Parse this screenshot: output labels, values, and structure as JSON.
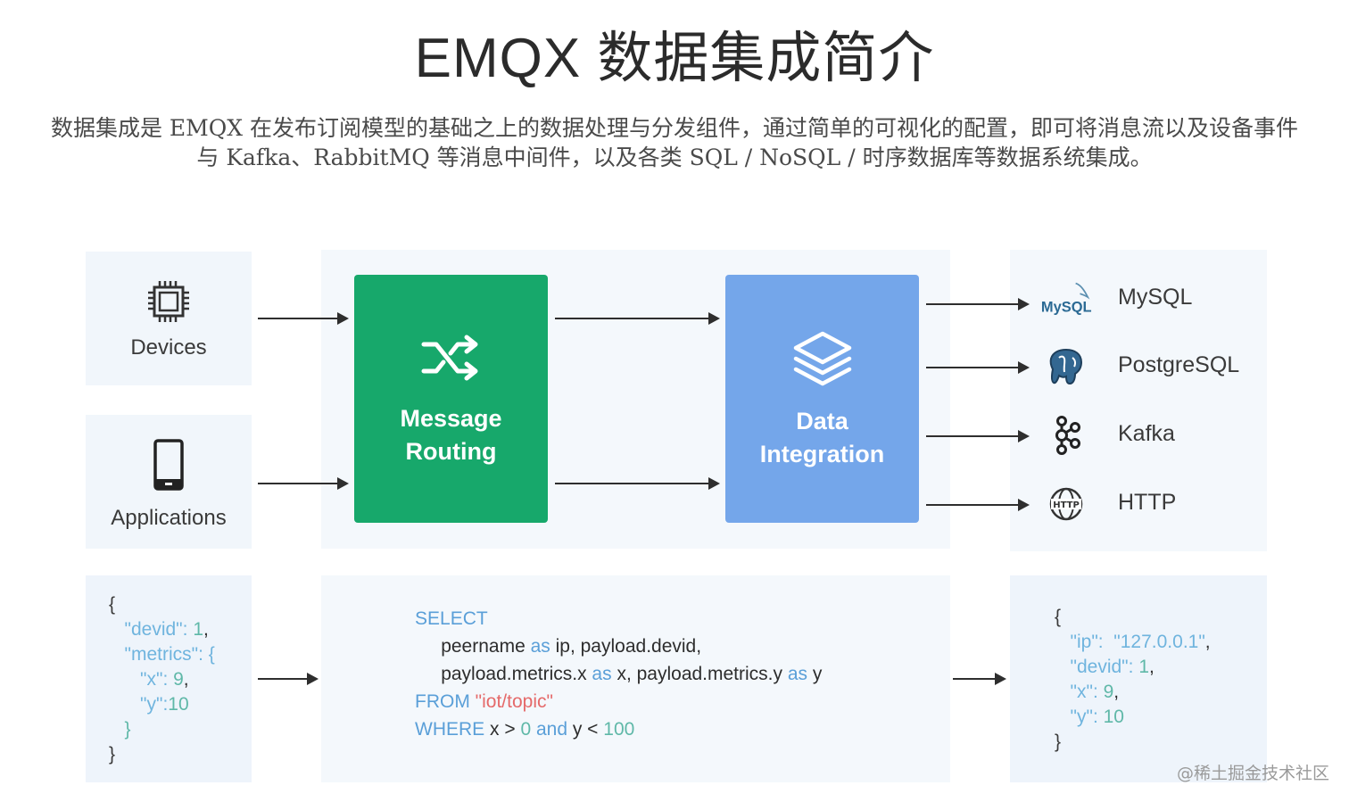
{
  "title": "EMQX 数据集成简介",
  "description": {
    "line1": "数据集成是 EMQX 在发布订阅模型的基础之上的数据处理与分发组件，通过简单的可视化的配置，即可将消息流以及设备事件",
    "line2": "与 Kafka、RabbitMQ 等消息中间件，以及各类 SQL / NoSQL / 时序数据库等数据系统集成。"
  },
  "sources": {
    "devices": {
      "label": "Devices",
      "icon": "chip-icon"
    },
    "applications": {
      "label": "Applications",
      "icon": "phone-icon"
    }
  },
  "message_routing": {
    "line1": "Message",
    "line2": "Routing",
    "icon": "shuffle-icon",
    "color": "#17a86b"
  },
  "data_integration": {
    "line1": "Data",
    "line2": "Integration",
    "icon": "layers-icon",
    "color": "#74a6ea"
  },
  "targets": [
    {
      "label": "MySQL",
      "icon": "mysql-icon",
      "logo_text": "MySQL"
    },
    {
      "label": "PostgreSQL",
      "icon": "postgresql-icon"
    },
    {
      "label": "Kafka",
      "icon": "kafka-icon"
    },
    {
      "label": "HTTP",
      "icon": "http-icon",
      "logo_text": "HTTP"
    }
  ],
  "input_json": {
    "open": "{",
    "devid_key": "\"devid\"",
    "devid_sep": ": ",
    "devid_val": "1",
    "comma": ",",
    "metrics_key": "\"metrics\"",
    "metrics_sep": ": {",
    "x_key": "\"x\"",
    "x_sep": ": ",
    "x_val": "9",
    "y_key": "\"y\"",
    "y_sep": ":",
    "y_val": "10",
    "inner_close": "}",
    "close": "}"
  },
  "sql": {
    "select": "SELECT",
    "line2_a": "peername ",
    "as": "as",
    "line2_b": " ip, payload.devid,",
    "line3_a": "payload.metrics.x ",
    "line3_b": " x, payload.metrics.y ",
    "line3_c": " y",
    "from": "FROM",
    "topic": " \"iot/topic\"",
    "where": "WHERE",
    "cond_a": " x > ",
    "zero": "0",
    "and": " and",
    "cond_b": " y < ",
    "hundred": "100"
  },
  "output_json": {
    "open": "{",
    "ip_key": "\"ip\"",
    "ip_sep": ":  ",
    "ip_val": "\"127.0.0.1\"",
    "comma": ",",
    "devid_key": "\"devid\"",
    "devid_sep": ": ",
    "devid_val": "1",
    "x_key": "\"x\"",
    "x_sep": ": ",
    "x_val": "9",
    "y_key": "\"y\"",
    "y_sep": ": ",
    "y_val": "10",
    "close": "}"
  },
  "watermark": "@稀土掘金技术社区"
}
